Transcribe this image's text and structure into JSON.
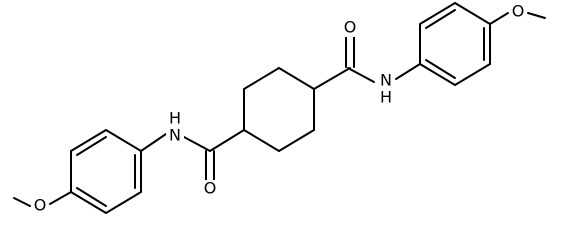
{
  "molecule": {
    "atom_labels": {
      "o_methoxy_top": "O",
      "n_right": "N",
      "h_right": "H",
      "o_carbonyl_top": "O",
      "n_left": "N",
      "h_left": "H",
      "o_carbonyl_bottom": "O",
      "o_methoxy_bottom": "O"
    }
  },
  "colors": {
    "background": "#ffffff",
    "bond": "#000000",
    "text": "#000000"
  }
}
